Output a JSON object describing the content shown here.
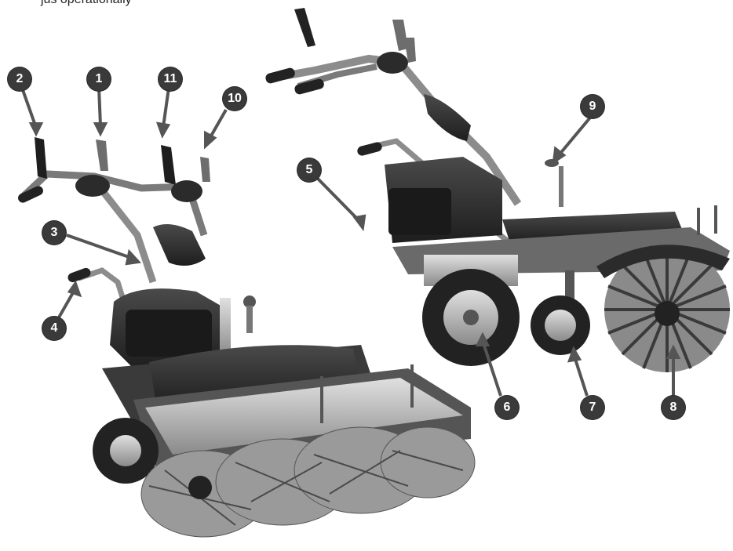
{
  "header_fragment": "jus operationally",
  "callouts": [
    {
      "id": "1",
      "label": "1"
    },
    {
      "id": "2",
      "label": "2"
    },
    {
      "id": "3",
      "label": "3"
    },
    {
      "id": "4",
      "label": "4"
    },
    {
      "id": "5",
      "label": "5"
    },
    {
      "id": "6",
      "label": "6"
    },
    {
      "id": "7",
      "label": "7"
    },
    {
      "id": "8",
      "label": "8"
    },
    {
      "id": "9",
      "label": "9"
    },
    {
      "id": "10",
      "label": "10"
    },
    {
      "id": "11",
      "label": "11"
    }
  ],
  "colors": {
    "callout_fill": "#3a3a3a",
    "machine_dark": "#2b2b2b",
    "machine_mid": "#7a7a7a",
    "machine_light": "#c8c8c8"
  }
}
